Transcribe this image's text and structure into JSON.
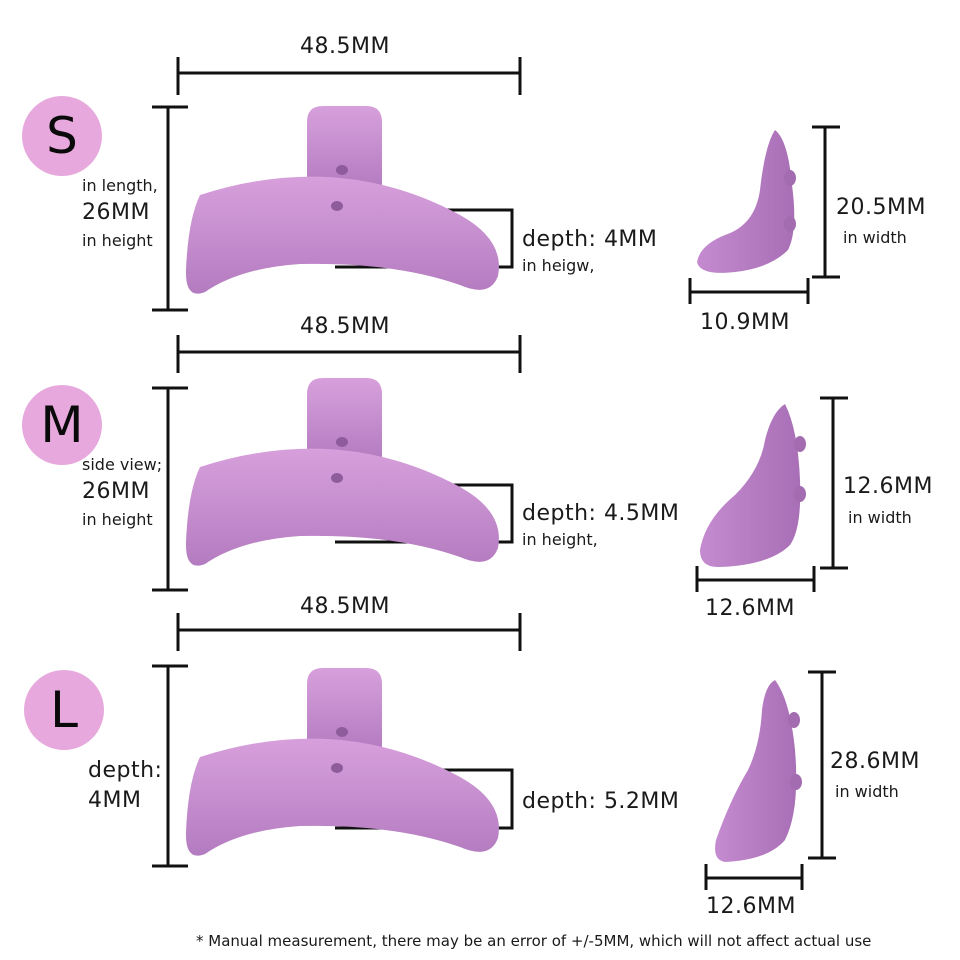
{
  "colors": {
    "badge": "#e7a9dd",
    "product": "#c88ad0",
    "product_shadow": "#a46cb0",
    "line": "#111111"
  },
  "sizes": [
    {
      "badge": "S",
      "top_width": "48.5MM",
      "side_label_1": "in length,",
      "side_value": "26MM",
      "side_label_2": "in height",
      "depth_value": "depth: 4MM",
      "depth_note": "in heigw,",
      "profile_height": "20.5MM",
      "profile_height_note": "in width",
      "profile_width": "10.9MM"
    },
    {
      "badge": "M",
      "top_width": "48.5MM",
      "side_label_1": "side view;",
      "side_value": "26MM",
      "side_label_2": "in height",
      "depth_value": "depth: 4.5MM",
      "depth_note": "in height,",
      "profile_height": "12.6MM",
      "profile_height_note": "in width",
      "profile_width": "12.6MM"
    },
    {
      "badge": "L",
      "top_width": "48.5MM",
      "side_label_1": "depth:",
      "side_value": "4MM",
      "depth_value": "depth: 5.2MM",
      "profile_height": "28.6MM",
      "profile_height_note": "in width",
      "profile_width": "12.6MM"
    }
  ],
  "footnote": "* Manual measurement, there may be an error of +/-5MM, which will not affect actual use"
}
